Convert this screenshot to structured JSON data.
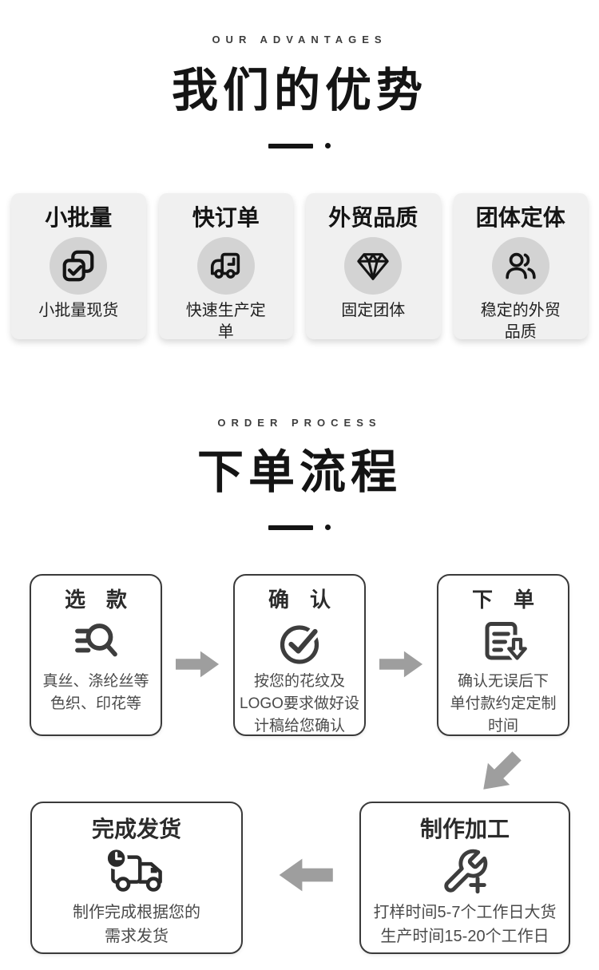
{
  "advantages": {
    "eyebrow": "OUR ADVANTAGES",
    "title": "我们的优势",
    "cards": [
      {
        "title": "小批量",
        "icon": "copy-check-icon",
        "lines": [
          "小批量现货"
        ]
      },
      {
        "title": "快订单",
        "icon": "truck-clock-icon",
        "lines": [
          "快速生产定",
          "单"
        ]
      },
      {
        "title": "外贸品质",
        "icon": "diamond-icon",
        "lines": [
          "固定团体"
        ]
      },
      {
        "title": "团体定体",
        "icon": "users-icon",
        "lines": [
          "稳定的外贸",
          "品质"
        ]
      }
    ]
  },
  "process": {
    "eyebrow": "ORDER PROCESS",
    "title": "下单流程",
    "steps": [
      {
        "title": "选　款",
        "icon": "search-list-icon",
        "lines": [
          "真丝、涤纶丝等",
          "色织、印花等"
        ]
      },
      {
        "title": "确　认",
        "icon": "check-circle-icon",
        "lines": [
          "按您的花纹及",
          "LOGO要求做好设",
          "计稿给您确认"
        ]
      },
      {
        "title": "下　单",
        "icon": "document-download-icon",
        "lines": [
          "确认无误后下",
          "单付款约定定制",
          "时间"
        ]
      },
      {
        "title": "制作加工",
        "icon": "wrench-plus-icon",
        "lines": [
          "打样时间5-7个工作日大货",
          "生产时间15-20个工作日"
        ]
      },
      {
        "title": "完成发货",
        "icon": "truck-clock-badge-icon",
        "lines": [
          "制作完成根据您的",
          "需求发货"
        ]
      }
    ]
  },
  "colors": {
    "page_background": "#ffffff",
    "heading_text": "#141414",
    "eyebrow_text": "#3d3d3d",
    "advantage_card_bg": "#f0f0f0",
    "icon_circle_bg": "#d3d3d3",
    "advantage_icon": "#141414",
    "process_card_border": "#3a3a3a",
    "process_text": "#4a4a4a",
    "flow_arrow": "#9e9e9e"
  }
}
